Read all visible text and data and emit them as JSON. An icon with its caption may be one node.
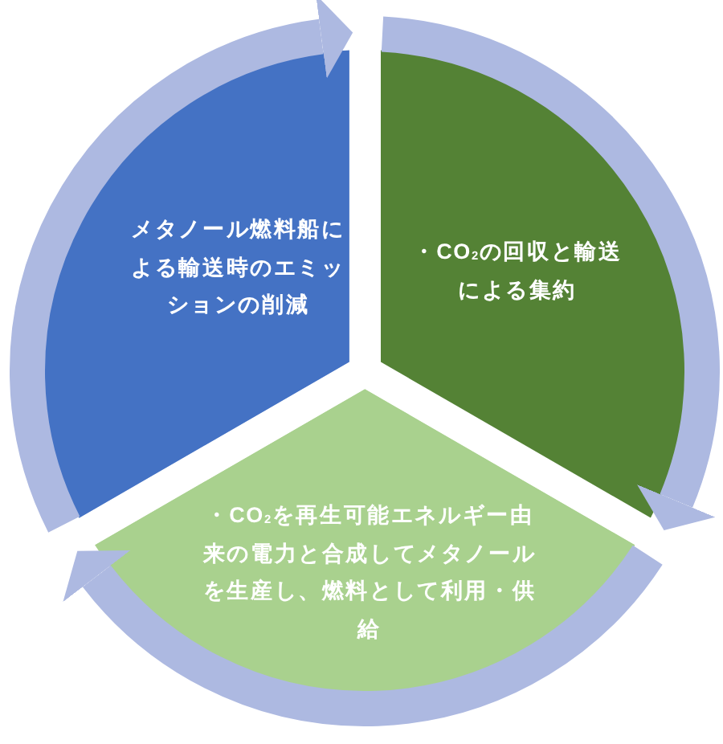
{
  "diagram": {
    "nodes": [
      {
        "text": [
          "メタノール燃料船による輸送時のエミッションの削減"
        ]
      },
      {
        "text": [
          "・CO$_{2}$の回収と輸送による集約"
        ]
      },
      {
        "text": [
          "・CO$_{2}$を再生可能エネルギー由来の電力と合成してメタノールを生産し、燃料として利用・供給"
        ]
      }
    ],
    "edges": [
      {
        "from": 0,
        "to": 1,
        "arrow": "to"
      },
      {
        "from": 1,
        "to": 2,
        "arrow": "to"
      },
      {
        "from": 2,
        "to": 0,
        "arrow": "to"
      }
    ]
  }
}
